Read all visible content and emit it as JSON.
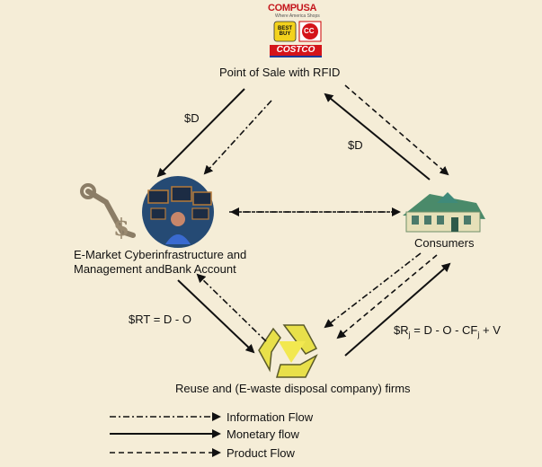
{
  "logos": {
    "compusa": "COMPUSA",
    "compusa_tag": "Where America Shops",
    "bestbuy": "BEST BUY",
    "circuitcity": "CC",
    "costco": "COSTCO"
  },
  "nodes": {
    "pos": "Point of Sale with RFID",
    "emarket_line1": "E-Market Cyberinfrastructure and",
    "emarket_line2": "Management andBank Account",
    "consumers": "Consumers",
    "reuse": "Reuse and (E-waste disposal company) firms"
  },
  "flow_labels": {
    "pos_to_emarket": "$D",
    "consumers_to_pos": "$D",
    "emarket_to_reuse": "$RT = D -  O",
    "consumers_to_reuse_prefix": "$R",
    "consumers_to_reuse_sub1": "j",
    "consumers_to_reuse_mid": " = D - O - CF",
    "consumers_to_reuse_sub2": "j",
    "consumers_to_reuse_suffix": " + V"
  },
  "legend": {
    "information": "Information Flow",
    "monetary": "Monetary flow",
    "product": "Product Flow"
  },
  "colors": {
    "background": "#f5edd7",
    "arrow": "#111111",
    "recycle": "#e8e04a",
    "house": "#3f8a7a"
  }
}
